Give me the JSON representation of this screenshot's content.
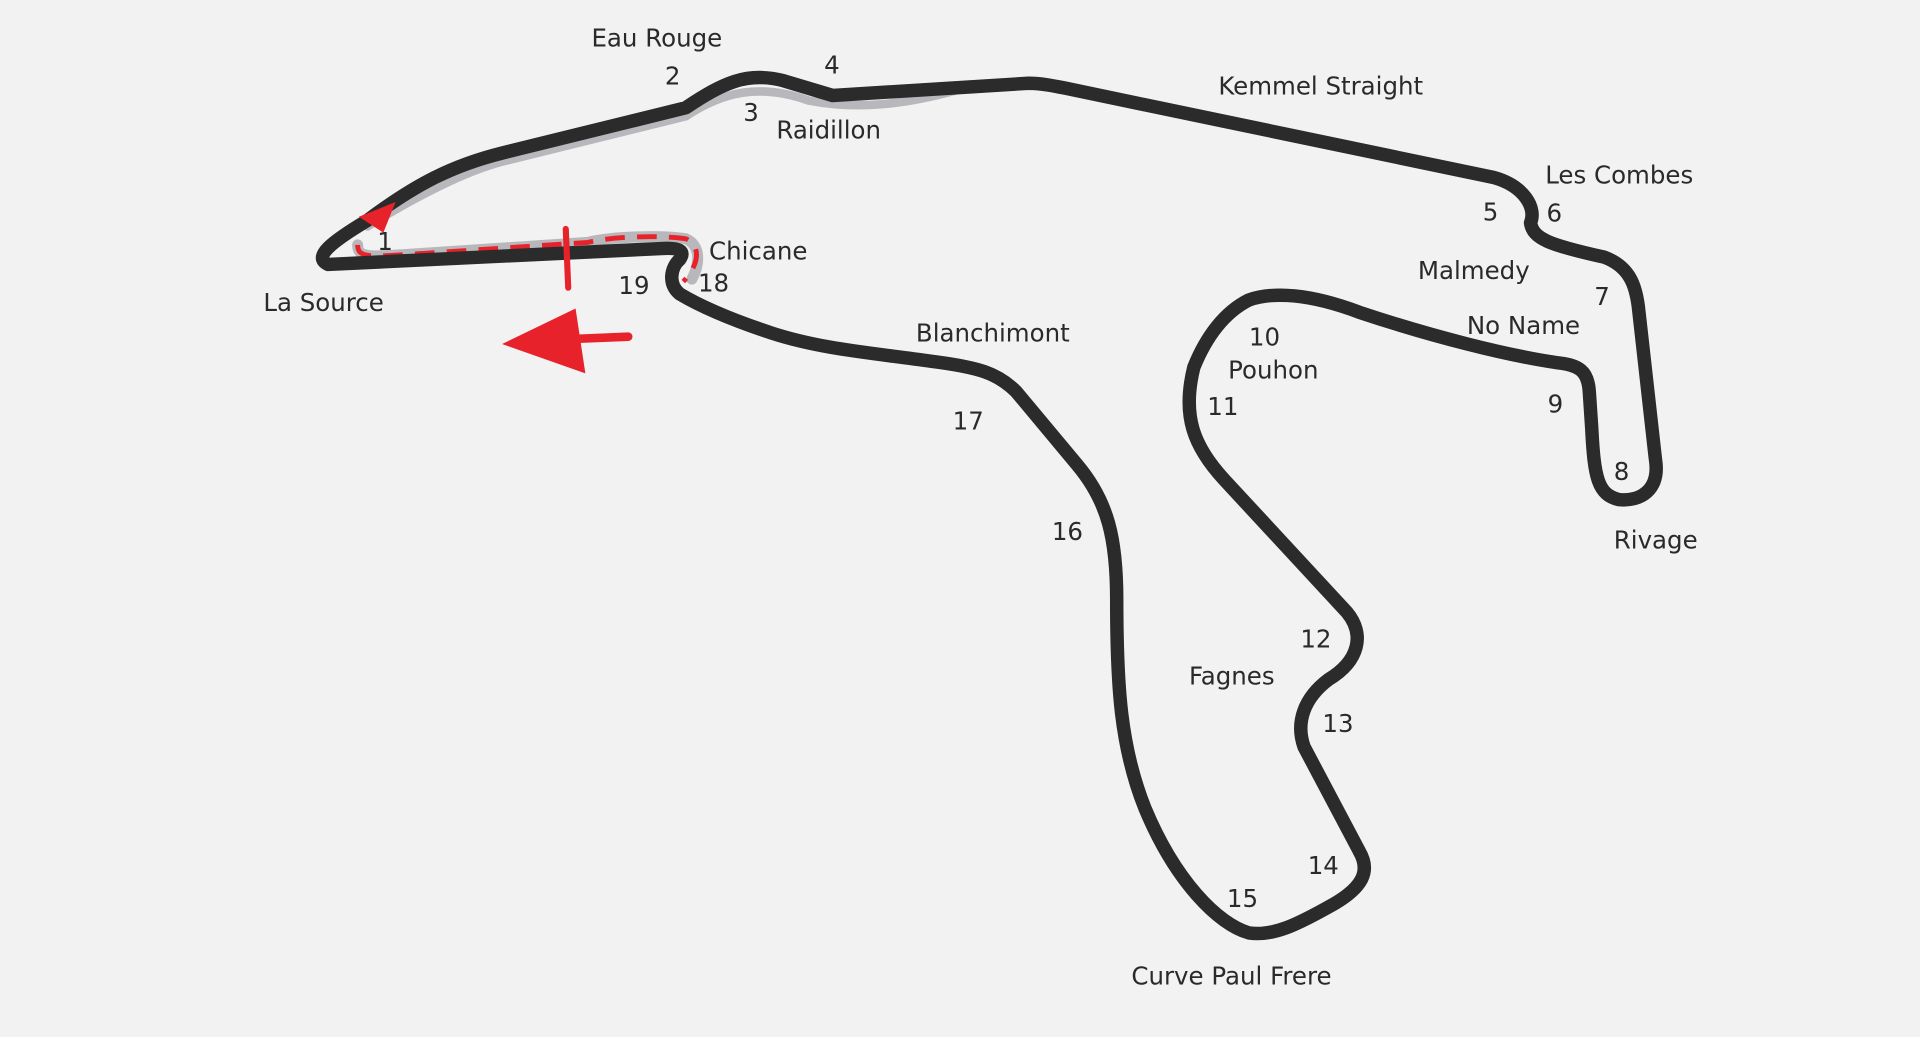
{
  "title": "Circuit de Spa-Francorchamps",
  "corner_names": {
    "la_source": "La Source",
    "eau_rouge": "Eau Rouge",
    "raidillon": "Raidillon",
    "kemmel": "Kemmel Straight",
    "les_combes": "Les Combes",
    "malmedy": "Malmedy",
    "no_name": "No Name",
    "rivage": "Rivage",
    "pouhon": "Pouhon",
    "fagnes": "Fagnes",
    "paul_frere": "Curve Paul Frere",
    "blanchimont": "Blanchimont",
    "chicane": "Chicane"
  },
  "turn_numbers": [
    "1",
    "2",
    "3",
    "4",
    "5",
    "6",
    "7",
    "8",
    "9",
    "10",
    "11",
    "12",
    "13",
    "14",
    "15",
    "16",
    "17",
    "18",
    "19"
  ],
  "colors": {
    "track": "#2b2b2b",
    "pit": "#b8b8bc",
    "accent": "#e8222a",
    "background": "#f2f2f2"
  }
}
